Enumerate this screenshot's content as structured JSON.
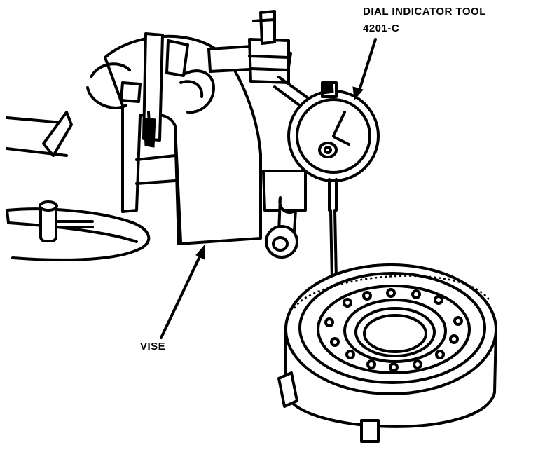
{
  "labels": {
    "dial_line1": "DIAL INDICATOR TOOL",
    "dial_line2": "4201-C",
    "vise": "VISE"
  }
}
